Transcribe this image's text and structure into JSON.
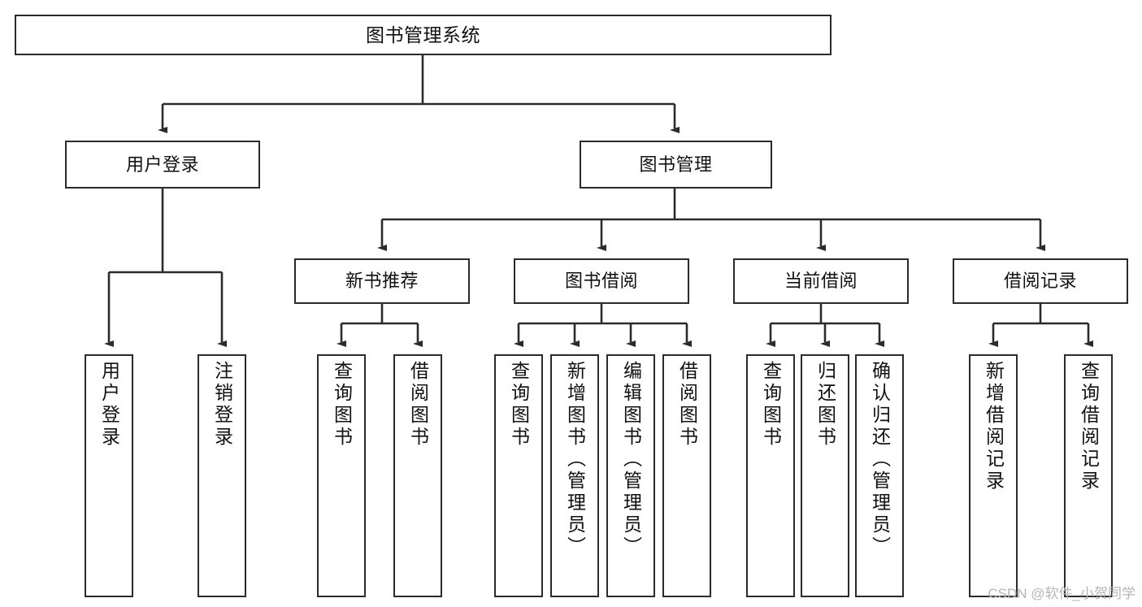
{
  "diagram": {
    "type": "tree",
    "title": "图书管理系统",
    "colors": {
      "stroke": "#2b2b2b",
      "fill": "#ffffff",
      "text": "#111111",
      "watermark": "#b6b6b6"
    },
    "root": {
      "label": "图书管理系统"
    },
    "level2": [
      {
        "label": "用户登录"
      },
      {
        "label": "图书管理"
      }
    ],
    "level3": [
      {
        "label": "新书推荐"
      },
      {
        "label": "图书借阅"
      },
      {
        "label": "当前借阅"
      },
      {
        "label": "借阅记录"
      }
    ],
    "leaves": {
      "user_login": [
        {
          "label": "用户登录"
        },
        {
          "label": "注销登录"
        }
      ],
      "new_book": [
        {
          "label": "查询图书"
        },
        {
          "label": "借阅图书"
        }
      ],
      "borrow_book": [
        {
          "label": "查询图书"
        },
        {
          "label": "新增图书（管理员）"
        },
        {
          "label": "编辑图书（管理员）"
        },
        {
          "label": "借阅图书"
        }
      ],
      "current_borrow": [
        {
          "label": "查询图书"
        },
        {
          "label": "归还图书"
        },
        {
          "label": "确认归还（管理员）"
        }
      ],
      "borrow_record": [
        {
          "label": "新增借阅记录"
        },
        {
          "label": "查询借阅记录"
        }
      ]
    }
  },
  "watermark": {
    "text": "CSDN @软件_小贺同学"
  }
}
